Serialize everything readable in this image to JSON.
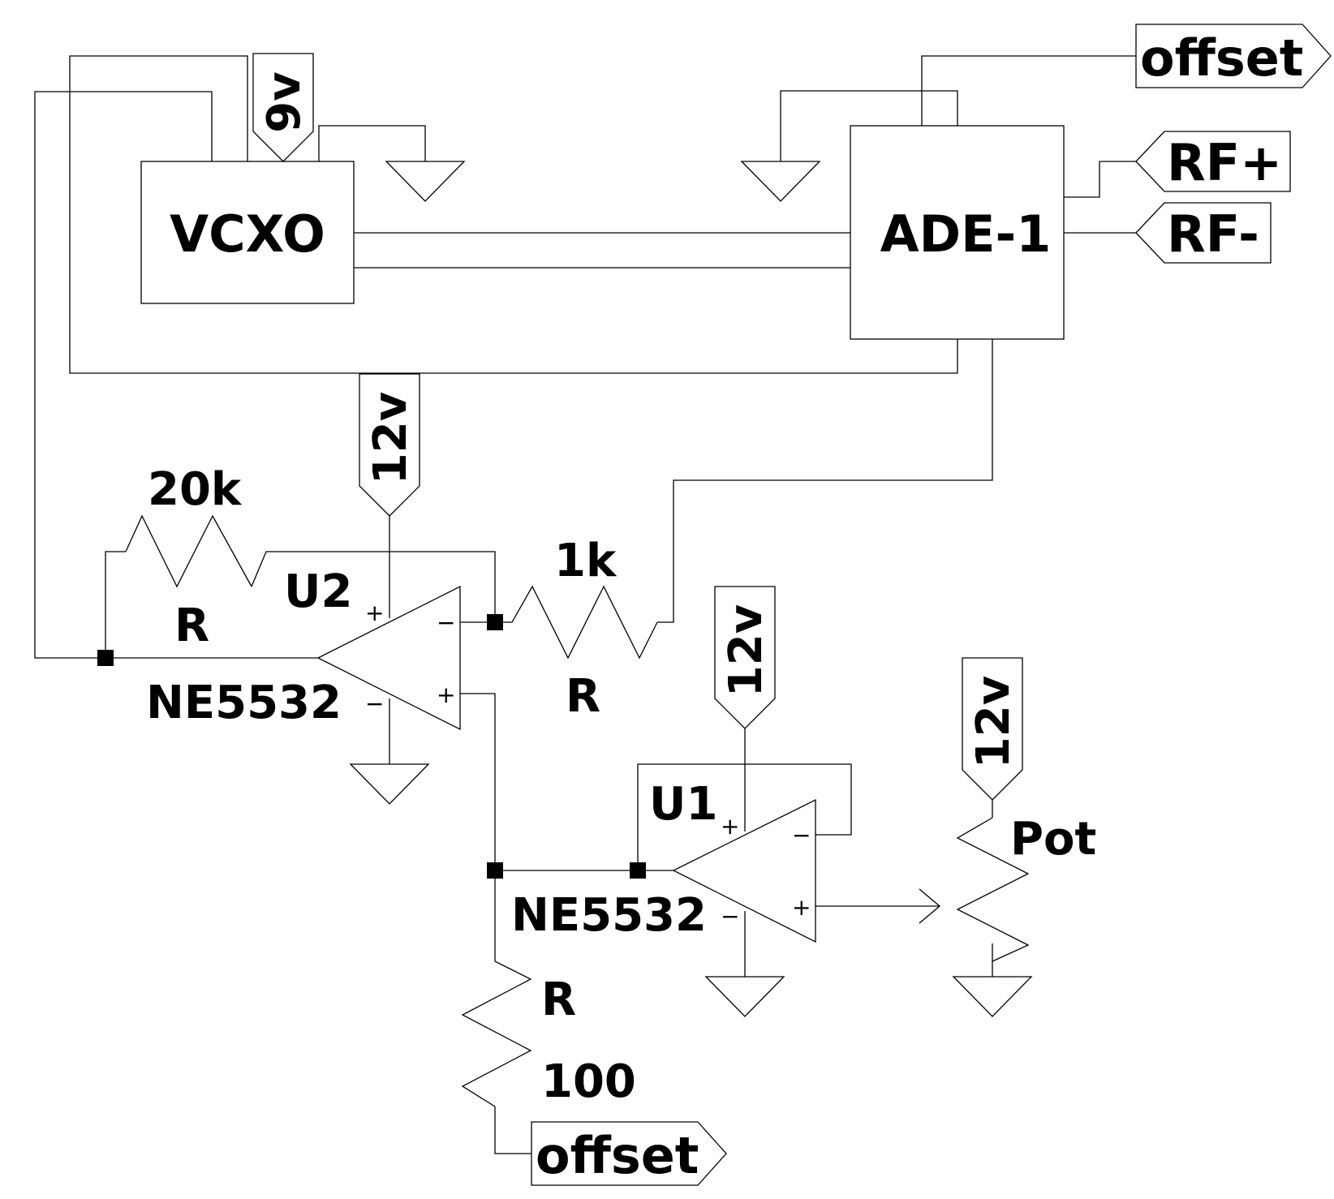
{
  "blocks": {
    "vcxo": "VCXO",
    "mixer": "ADE-1"
  },
  "ports": {
    "offset_top": "offset",
    "rf_plus": "RF+",
    "rf_minus": "RF-",
    "offset_bottom": "offset"
  },
  "supplies": {
    "v9": "9v",
    "u2_supply": "12v",
    "u1_supply": "12v",
    "pot_supply": "12v"
  },
  "components": {
    "r_feedback": {
      "value": "20k",
      "name": "R"
    },
    "r_input": {
      "value": "1k",
      "name": "R"
    },
    "r_offset": {
      "value": "100",
      "name": "R"
    },
    "u2": {
      "ref": "U2",
      "part": "NE5532"
    },
    "u1": {
      "ref": "U1",
      "part": "NE5532"
    },
    "pot": "Pot"
  },
  "pin_signs": {
    "plus": "+",
    "minus": "−"
  }
}
